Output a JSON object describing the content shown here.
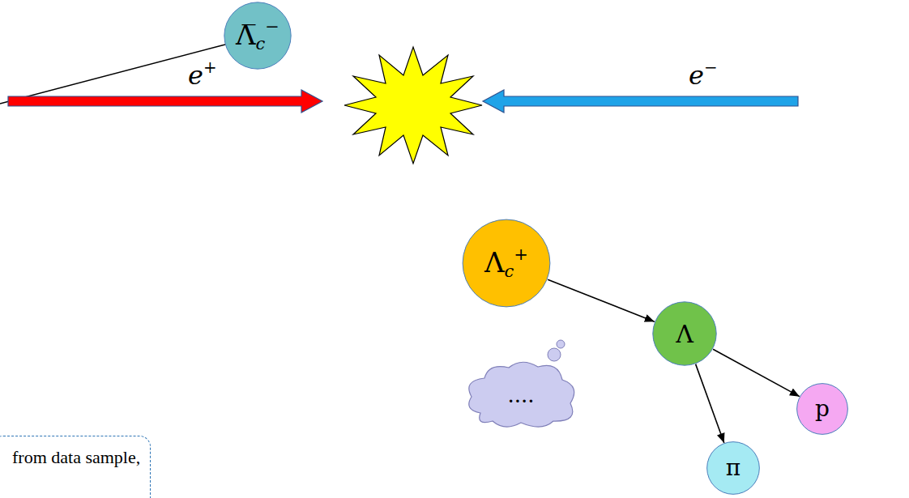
{
  "diagram": {
    "nodes": [
      {
        "text": [
          "Λ̅c−"
        ]
      },
      {
        "text": [
          "Λc+"
        ]
      },
      {
        "text": [
          "Λ"
        ]
      },
      {
        "text": [
          "p"
        ]
      },
      {
        "text": [
          "π"
        ]
      },
      {
        "text": [
          "...."
        ]
      },
      {
        "text": [
          "from data sample,"
        ]
      }
    ],
    "edges": [
      {
        "from": 1,
        "to": 2,
        "arrow": "to"
      },
      {
        "from": 2,
        "to": 3,
        "arrow": "to"
      },
      {
        "from": 2,
        "to": 4,
        "arrow": "to"
      }
    ],
    "labels": [
      "e+",
      "e−"
    ]
  }
}
